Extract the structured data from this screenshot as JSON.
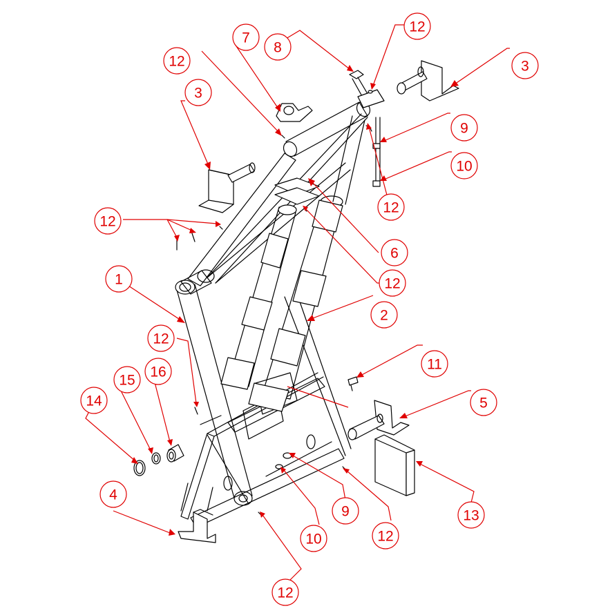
{
  "callouts": [
    {
      "label": "1"
    },
    {
      "label": "2"
    },
    {
      "label": "3"
    },
    {
      "label": "3"
    },
    {
      "label": "4"
    },
    {
      "label": "5"
    },
    {
      "label": "6"
    },
    {
      "label": "7"
    },
    {
      "label": "8"
    },
    {
      "label": "9"
    },
    {
      "label": "9"
    },
    {
      "label": "10"
    },
    {
      "label": "10"
    },
    {
      "label": "11"
    },
    {
      "label": "12"
    },
    {
      "label": "12"
    },
    {
      "label": "12"
    },
    {
      "label": "12"
    },
    {
      "label": "12"
    },
    {
      "label": "12"
    },
    {
      "label": "12"
    },
    {
      "label": "12"
    },
    {
      "label": "13"
    },
    {
      "label": "14"
    },
    {
      "label": "15"
    },
    {
      "label": "16"
    }
  ],
  "colors": {
    "callout": "#e00000",
    "linework": "#000000",
    "background": "#ffffff"
  }
}
